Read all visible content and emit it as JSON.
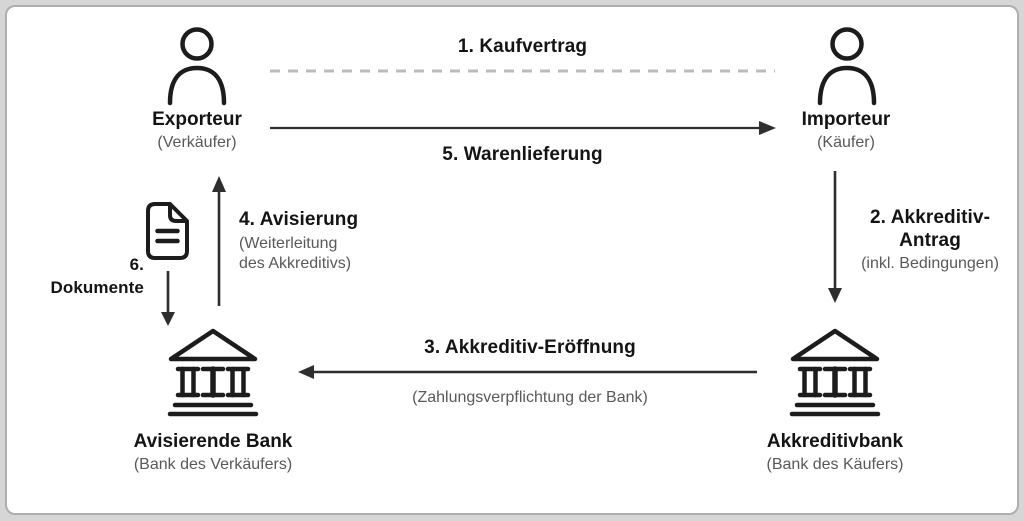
{
  "colors": {
    "text": "#141414",
    "subtitle": "#595959",
    "arrow": "#2e2e2e",
    "dashed_line": "#bcbcbc",
    "icon_stroke": "#1c1c1c",
    "card_background": "#ffffff",
    "card_border": "#aeaeae",
    "outer_background": "#d6d6d6"
  },
  "actors": {
    "exporteur": {
      "name": "Exporteur",
      "subtitle": "(Verkäufer)",
      "icon": "person-icon"
    },
    "importeur": {
      "name": "Importeur",
      "subtitle": "(Käufer)",
      "icon": "person-icon"
    },
    "avisierende_bank": {
      "name": "Avisierende Bank",
      "subtitle": "(Bank des Verkäufers)",
      "icon": "bank-icon"
    },
    "akkreditivbank": {
      "name": "Akkreditivbank",
      "subtitle": "(Bank des Käufers)",
      "icon": "bank-icon"
    }
  },
  "steps": {
    "kaufvertrag": {
      "label": "1. Kaufvertrag",
      "style": "dashed-line"
    },
    "akkreditiv_antrag": {
      "line1": "2. Akkreditiv-",
      "line2": "Antrag",
      "subtitle": "(inkl. Bedingungen)",
      "direction": "importeur-to-akkreditivbank"
    },
    "akkreditiv_eroeffnung": {
      "label": "3. Akkreditiv-Eröffnung",
      "subtitle": "(Zahlungsverpflichtung der Bank)",
      "direction": "akkreditivbank-to-avisierende-bank"
    },
    "avisierung": {
      "label": "4. Avisierung",
      "subtitle_line1": "(Weiterleitung",
      "subtitle_line2": "des Akkreditivs)",
      "direction": "avisierende-bank-to-exporteur"
    },
    "warenlieferung": {
      "label": "5. Warenlieferung",
      "direction": "exporteur-to-importeur"
    },
    "dokumente": {
      "label": "6. Dokumente",
      "icon": "document-icon",
      "direction": "down-to-avisierende-bank"
    }
  }
}
